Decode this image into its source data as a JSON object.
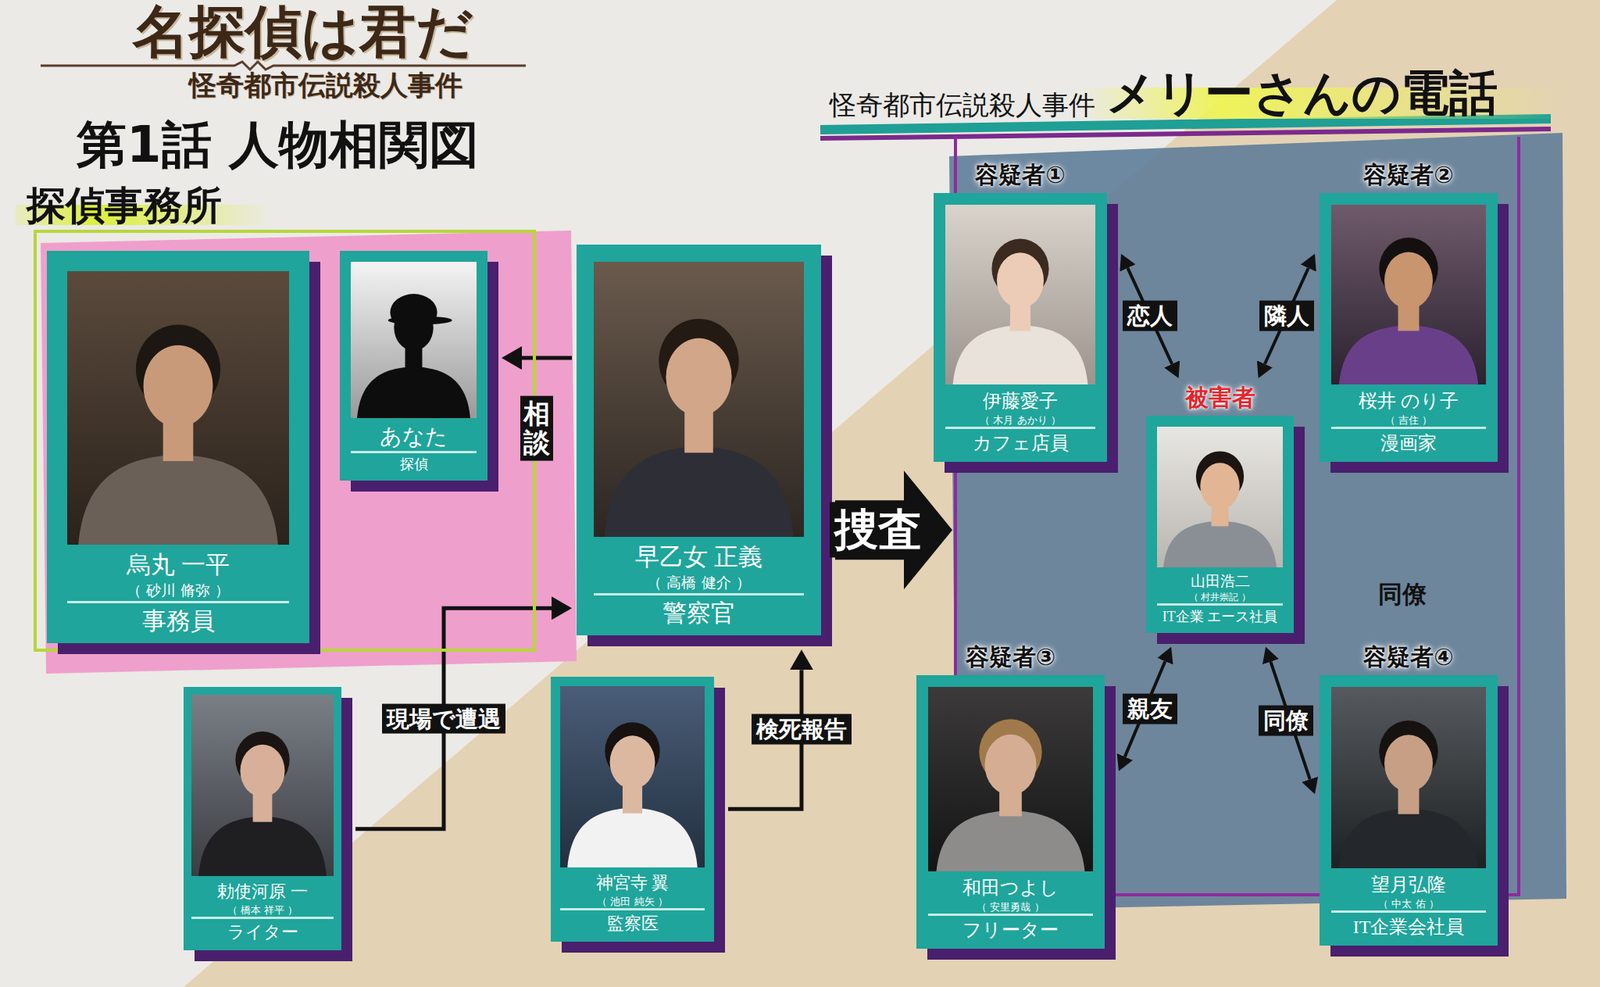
{
  "diagram": {
    "title": "第1話 人物相関図",
    "nodes": [
      {
        "text": [
          "探偵事務所"
        ]
      },
      {
        "text": [
          "烏丸 一平",
          "（ 砂川 脩弥 ）",
          "事務員"
        ],
        "in": 0
      },
      {
        "text": [
          "あなた",
          "探偵"
        ],
        "in": 0
      },
      {
        "text": [
          "早乙女 正義",
          "（ 高橋 健介 ）",
          "警察官"
        ]
      },
      {
        "text": [
          "勅使河原 一",
          "（ 橋本 祥平 ）",
          "ライター"
        ]
      },
      {
        "text": [
          "神宮寺 翼",
          "（ 池田 純矢 ）",
          "監察医"
        ]
      },
      {
        "text": [
          "怪奇都市伝説殺人事件",
          "メリーさんの電話"
        ]
      },
      {
        "text": [
          "容疑者①",
          "伊藤愛子",
          "（ 木月 あかり ）",
          "カフェ店員"
        ],
        "in": 6
      },
      {
        "text": [
          "容疑者②",
          "桜井 のり子",
          "（ 吉住 ）",
          "漫画家"
        ],
        "in": 6
      },
      {
        "text": [
          "被害者",
          "山田浩二",
          "（ 村井崇記 ）",
          "IT企業 エース社員"
        ],
        "in": 6
      },
      {
        "text": [
          "容疑者③",
          "和田つよし",
          "（ 安里勇哉 ）",
          "フリーター"
        ],
        "in": 6
      },
      {
        "text": [
          "容疑者④",
          "望月弘隆",
          "（ 中太 佑 ）",
          "IT企業会社員"
        ],
        "in": 6
      }
    ],
    "edges": [
      {
        "from": 3,
        "to": 2,
        "label": "相談",
        "arrow": "to"
      },
      {
        "from": 4,
        "to": 3,
        "label": "現場で遭遇",
        "arrow": "to"
      },
      {
        "from": 5,
        "to": 3,
        "label": "検死報告",
        "arrow": "to"
      },
      {
        "from": 3,
        "to": 6,
        "label": "捜査",
        "arrow": "to"
      },
      {
        "from": 7,
        "to": 9,
        "label": "恋人",
        "arrow": "both"
      },
      {
        "from": 8,
        "to": 9,
        "label": "隣人",
        "arrow": "both"
      },
      {
        "from": 10,
        "to": 9,
        "label": "親友",
        "arrow": "both"
      },
      {
        "from": 11,
        "to": 9,
        "label": "同僚",
        "arrow": "both"
      }
    ],
    "labels": [
      "名探偵は君だ",
      "怪奇都市伝説殺人事件",
      "同僚"
    ]
  }
}
